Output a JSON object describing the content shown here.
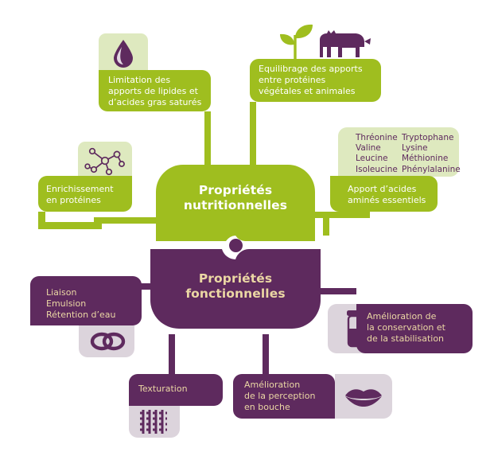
{
  "palette": {
    "green_dark": "#9FBE1F",
    "green_light": "#DEE9BF",
    "purple_dark": "#5E2A5E",
    "purple_light": "#DCD4DC",
    "text_on_green": "#FFFFFF",
    "text_on_purple": "#EBD7A4",
    "background": "#FFFFFF"
  },
  "hubs": {
    "nutritional": "Propriétés\nnutritionnelles",
    "functional": "Propriétés\nfonctionnelles"
  },
  "nutritional_nodes": [
    {
      "id": "limitation-lipides",
      "label": "Limitation des\napports de lipides et\nd’acides gras saturés",
      "icon": "droplet-icon"
    },
    {
      "id": "equilibrage-apports",
      "label": "Equilibrage des apports\nentre protéines\nvégétales et animales",
      "icon": "plant-and-cow-icon"
    },
    {
      "id": "enrichissement-proteines",
      "label": "Enrichissement\nen protéines",
      "icon": "molecule-icon"
    },
    {
      "id": "acides-amines",
      "label": "Apport d’acides\naminés essentiels",
      "icon": "amino-acid-list"
    }
  ],
  "amino_acids": {
    "column_left": [
      "Thréonine",
      "Valine",
      "Leucine",
      "Isoleucine"
    ],
    "column_right": [
      "Tryptophane",
      "Lysine",
      "Méthionine",
      "Phénylalanine"
    ]
  },
  "functional_nodes": [
    {
      "id": "liaison-emulsion",
      "label": "Liaison\nEmulsion\nRétention d’eau",
      "icon": "chain-link-icon"
    },
    {
      "id": "conservation-stabilisation",
      "label": "Amélioration de\nla conservation et\nde la stabilisation",
      "icon": "jar-icon"
    },
    {
      "id": "texturation",
      "label": "Texturation",
      "icon": "woven-mesh-icon"
    },
    {
      "id": "perception-bouche",
      "label": "Amélioration\nde la perception\nen bouche",
      "icon": "lips-icon"
    }
  ]
}
